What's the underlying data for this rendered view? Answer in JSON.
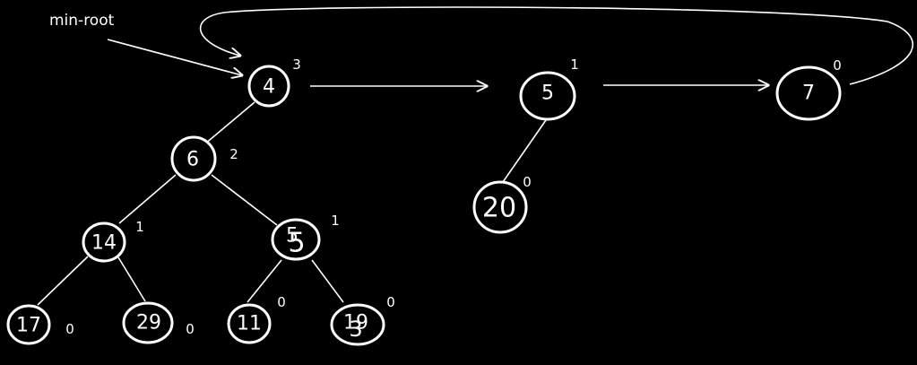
{
  "label": "min-root",
  "nodes": {
    "n4": {
      "key": "4",
      "degree": "3"
    },
    "n5r": {
      "key": "5",
      "degree": "1"
    },
    "n7": {
      "key": "7",
      "degree": "0"
    },
    "n6": {
      "key": "6",
      "degree": "2"
    },
    "n20": {
      "key": "20",
      "degree": "0"
    },
    "n14": {
      "key": "14",
      "degree": "1"
    },
    "n5c": {
      "key": "5",
      "overlay": "5",
      "degree": "1"
    },
    "n17": {
      "key": "17",
      "degree": "0"
    },
    "n29": {
      "key": "29",
      "degree": "0"
    },
    "n11": {
      "key": "11",
      "degree": "0"
    },
    "n19": {
      "key": "19",
      "overlay": "3",
      "degree": "0"
    }
  }
}
